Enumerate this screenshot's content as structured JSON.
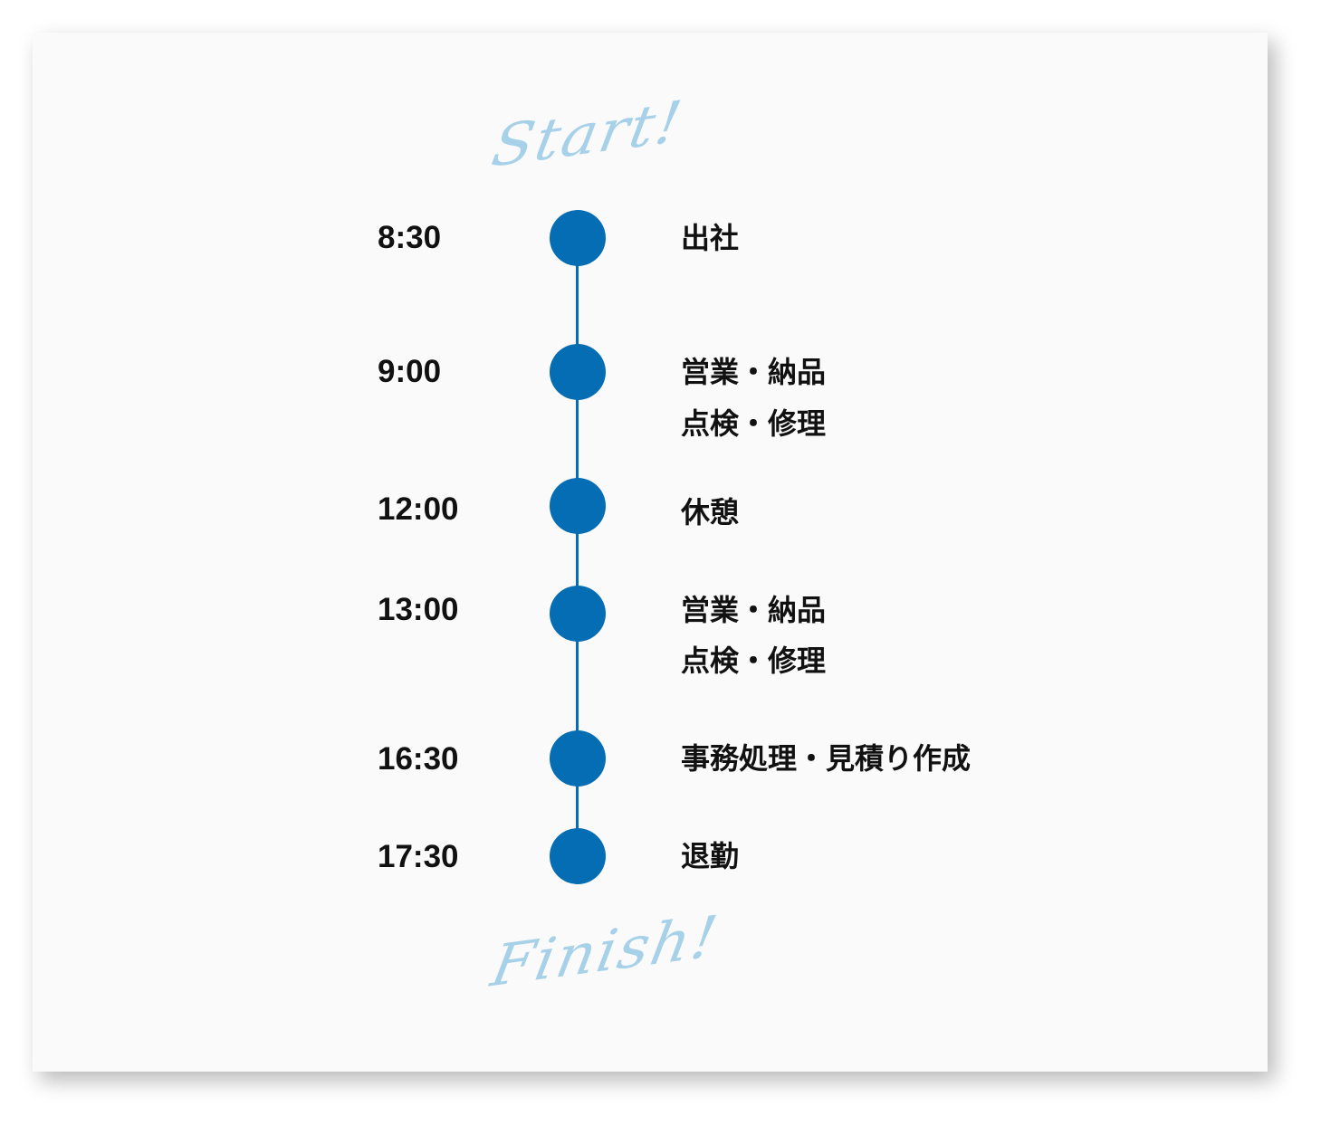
{
  "header_script": "Start!",
  "footer_script": "Finish!",
  "accent_color": "#056db3",
  "schedule": [
    {
      "time": "8:30",
      "lines": [
        "出社"
      ]
    },
    {
      "time": "9:00",
      "lines": [
        "営業・納品",
        "点検・修理"
      ]
    },
    {
      "time": "12:00",
      "lines": [
        "休憩"
      ]
    },
    {
      "time": "13:00",
      "lines": [
        "営業・納品",
        "点検・修理"
      ]
    },
    {
      "time": "16:30",
      "lines": [
        "事務処理・見積り作成"
      ]
    },
    {
      "time": "17:30",
      "lines": [
        "退勤"
      ]
    }
  ]
}
